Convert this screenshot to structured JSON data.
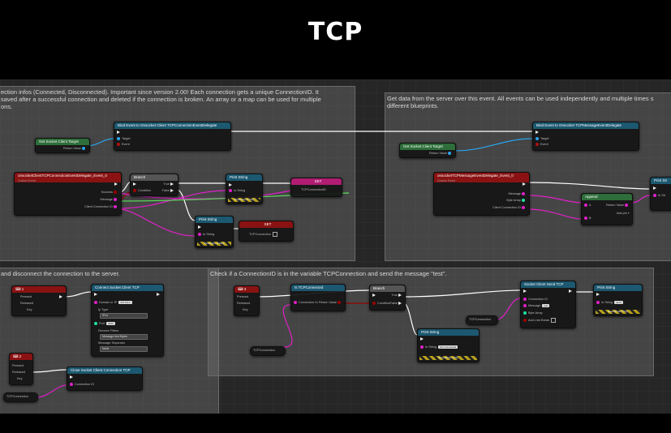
{
  "header": {
    "title": "TCP"
  },
  "comments": {
    "c1": "ection infos (Connected, Disconnected). Important since version 2.00! Each connection gets a unique ConnectionID. It\n saved after a successful connection and deleted if the connection is broken. An array or a map can be used for multiple\nons.",
    "c2": "Get data from the server over this event. All events can be used independently and multiple times s\ndifferent blueprints.",
    "c3": " and disconnect the connection to the server.",
    "c4": "Check if a ConnectionID is in the variable TCPConnection and send the message \"test\"."
  },
  "nodes": {
    "get_socket_1": {
      "title": "Get Socket Client Target",
      "pin_return": "Return Value"
    },
    "bind_1": {
      "title": "Bind Event to Onsocket Client TCPConnectionEventDelegate",
      "pin_target": "Target",
      "pin_event": "Event"
    },
    "event_1": {
      "title": "onsocketClientTCPConnectionEventDelegate_Event_0",
      "sub": "Custom Event",
      "pin_success": "Success",
      "pin_message": "Message",
      "pin_client": "Client Connection ID"
    },
    "branch_1": {
      "title": "Branch",
      "pin_cond": "Condition",
      "pin_true": "True",
      "pin_false": "False"
    },
    "print_1": {
      "title": "Print String",
      "pin_in": "In String",
      "dev": "Development Only"
    },
    "set_1": {
      "title": "SET",
      "pin": "TCPConnectionID"
    },
    "print_2": {
      "title": "Print String",
      "pin_in": "In String",
      "dev": "Development Only"
    },
    "set_2": {
      "title": "SET",
      "pin": "TCPConnection"
    },
    "bind_2": {
      "title": "Bind Event to Onsocket TCPMessageEventDelegate",
      "pin_target": "Target",
      "pin_event": "Event"
    },
    "get_socket_2": {
      "title": "Get Socket Client Target",
      "pin_return": "Return Value"
    },
    "event_2": {
      "title": "onsocketTCPMessageEventDelegate_Event_0",
      "sub": "Custom Event",
      "pin_message": "Message",
      "pin_byte": "Byte Array",
      "pin_client": "Client Connection ID"
    },
    "append_1": {
      "title": "Append",
      "pin_a": "A",
      "pin_b": "B",
      "pin_ret": "Return Value",
      "pin_add": "Add pin"
    },
    "print_r": {
      "title": "Print Str",
      "pin_in": "In Str"
    },
    "key_1": {
      "title": "1",
      "pin_pressed": "Pressed",
      "pin_released": "Released",
      "pin_key": "Key"
    },
    "connect_1": {
      "title": "Connect Socket Client TCP",
      "pin_domain": "Domain or IP",
      "val_domain": "127.0.0.1",
      "pin_iptype": "Ip Type",
      "val_iptype": "IPv4",
      "pin_port": "Port",
      "val_port": "3333",
      "pin_receive": "Receive Filters",
      "val_receive": "Message And Bytes",
      "pin_sep": "Message Separator",
      "val_sep": "None"
    },
    "key_2": {
      "title": "2",
      "pin_pressed": "Pressed",
      "pin_released": "Released",
      "pin_key": "Key"
    },
    "close_1": {
      "title": "Close Socket Client Connection TCP",
      "pin_conn": "Connection ID"
    },
    "var_1": {
      "title": "TCPConnection"
    },
    "key_3": {
      "title": "3",
      "pin_pressed": "Pressed",
      "pin_released": "Released",
      "pin_key": "Key"
    },
    "var_2": {
      "title": "TCPConnection"
    },
    "is_conn": {
      "title": "Is TCPConnected",
      "pin_conn": "Connection Id",
      "pin_ret": "Return Value"
    },
    "branch_2": {
      "title": "Branch",
      "pin_cond": "Condition",
      "pin_true": "True",
      "pin_false": "False"
    },
    "send_1": {
      "title": "Socket Client Send TCP",
      "pin_conn": "Connection ID",
      "pin_msg": "Message",
      "val_msg": "test",
      "pin_byte": "Byte Array",
      "pin_lineb": "Add Line Break"
    },
    "var_3": {
      "title": "TCPConnection"
    },
    "print_3": {
      "title": "Print String",
      "pin_in": "In String",
      "val_in": "send",
      "dev": "Development Only"
    },
    "print_4": {
      "title": "Print String",
      "pin_in": "In String",
      "val_in": "Not Connected",
      "dev": "Development Only"
    }
  },
  "colors": {
    "exec": "#ffffff",
    "string": "#e020c8",
    "object": "#2aa6f0",
    "bool": "#9b0000",
    "int": "#1fe0a0",
    "struct": "#1a3fa8",
    "event_header": "#8a1212",
    "func_header": "#1c5870",
    "pure_header": "#2e6e3a"
  }
}
